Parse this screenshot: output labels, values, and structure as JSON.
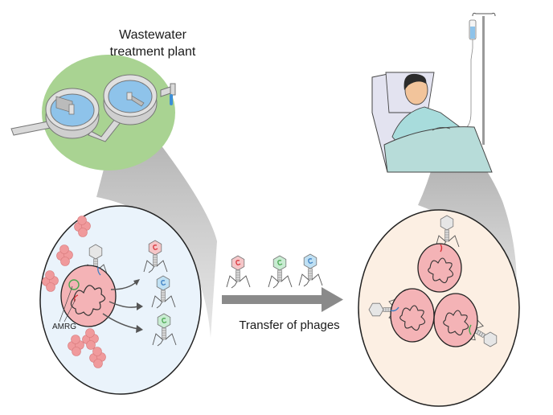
{
  "title": "Phage-mediated transfer of antimicrobial resistance genes from wastewater to patient",
  "labels": {
    "wwtp_line1": "Wastewater",
    "wwtp_line2": "treatment plant",
    "amrg": "AMRG",
    "transfer": "Transfer of phages"
  },
  "colors": {
    "plant_green": "#a9d392",
    "tank_gray": "#d9d9d9",
    "water_blue": "#8ec3ea",
    "left_circle_bg": "#eaf3fb",
    "right_circle_bg": "#fcefe3",
    "bacterium_pink": "#f4b3b6",
    "bacterium_cluster": "#f09a9c",
    "arrow_gray": "#8a8a8a",
    "phage_head_gray": "#e6e6e6",
    "gene_red": "#d9343b",
    "gene_green": "#49a84f",
    "gene_blue": "#3b7fc4",
    "blanket_teal": "#b7dcd9",
    "gown_teal": "#a8dcdc",
    "bed_lavender": "#e3e3f0",
    "iv_fluid": "#8ec3ea"
  },
  "phages_released": [
    {
      "name": "phage-red-gene",
      "gene_color": "#d9343b",
      "head_color": "#f5c6c8"
    },
    {
      "name": "phage-blue-gene",
      "gene_color": "#3b7fc4",
      "head_color": "#bfe0f3"
    },
    {
      "name": "phage-green-gene",
      "gene_color": "#49a84f",
      "head_color": "#c8ecd2"
    }
  ],
  "phages_transferred": [
    {
      "name": "phage-red-gene",
      "gene_color": "#d9343b",
      "head_color": "#f5c6c8"
    },
    {
      "name": "phage-green-gene",
      "gene_color": "#49a84f",
      "head_color": "#c8ecd2"
    },
    {
      "name": "phage-blue-gene",
      "gene_color": "#3b7fc4",
      "head_color": "#bfe0f3"
    }
  ]
}
